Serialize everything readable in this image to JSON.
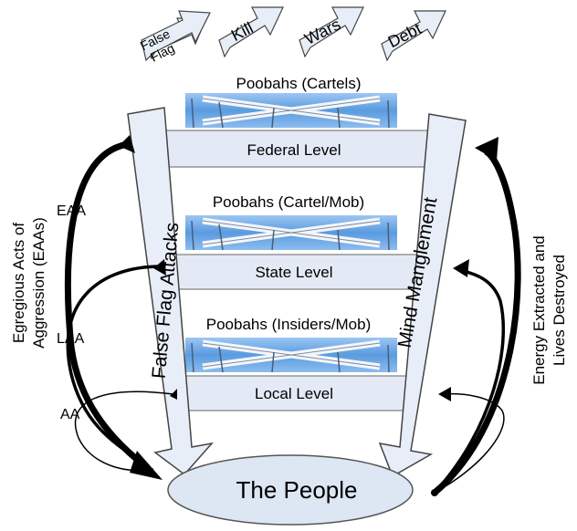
{
  "top_arrows": [
    {
      "label_line1": "False",
      "label_line2": "Flag"
    },
    {
      "label": "Kill"
    },
    {
      "label": "Wars"
    },
    {
      "label": "Debt"
    }
  ],
  "tiers": [
    {
      "poobahs": "Poobahs (Cartels)",
      "level": "Federal Level"
    },
    {
      "poobahs": "Poobahs (Cartel/Mob)",
      "level": "State Level"
    },
    {
      "poobahs": "Poobahs (Insiders/Mob)",
      "level": "Local Level"
    }
  ],
  "left_funnel_label": "False Flag Attacks",
  "right_funnel_label": "Mind Manglement",
  "people_label": "The People",
  "left_side": {
    "title_line1": "Egregious Acts of",
    "title_line2": "Aggression (EAAs)",
    "arrow_labels": [
      "EAA",
      "LAA",
      "AA"
    ]
  },
  "right_side": {
    "title_line1": "Energy Extracted and",
    "title_line2": "Lives Destroyed"
  },
  "colors": {
    "arrow_fill": "#e8eef8",
    "level_fill": "#e4eaf5",
    "poobah_fill": "#6ea8e6",
    "people_fill": "#dde6f3",
    "outline": "#555555"
  }
}
